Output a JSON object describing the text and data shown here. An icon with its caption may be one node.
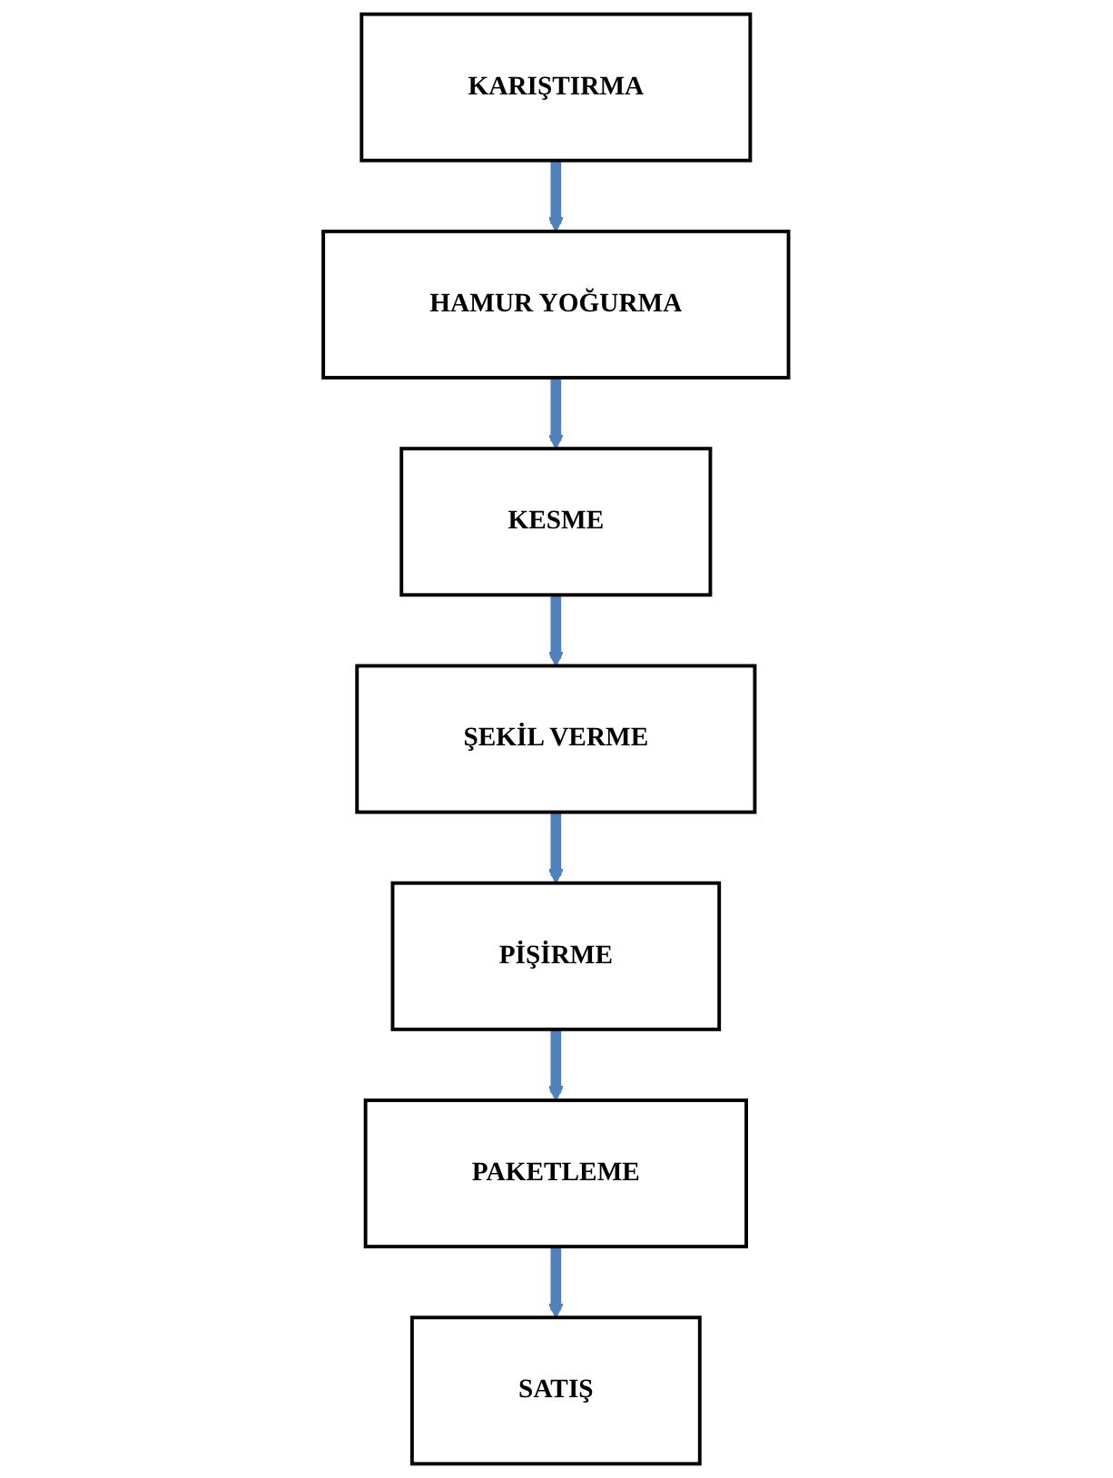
{
  "diagram": {
    "nodes": [
      {
        "text": [
          "KARIŞTIRMA"
        ]
      },
      {
        "text": [
          "HAMUR YOĞURMA"
        ]
      },
      {
        "text": [
          "KESME"
        ]
      },
      {
        "text": [
          "ŞEKİL VERME"
        ]
      },
      {
        "text": [
          "PİŞİRME"
        ]
      },
      {
        "text": [
          "PAKETLEME"
        ]
      },
      {
        "text": [
          "SATIŞ"
        ]
      }
    ],
    "edges": [
      {
        "from": 0,
        "to": 1,
        "arrow": "to"
      },
      {
        "from": 1,
        "to": 2,
        "arrow": "to"
      },
      {
        "from": 2,
        "to": 3,
        "arrow": "to"
      },
      {
        "from": 3,
        "to": 4,
        "arrow": "to"
      },
      {
        "from": 4,
        "to": 5,
        "arrow": "to"
      },
      {
        "from": 5,
        "to": 6,
        "arrow": "to"
      }
    ]
  }
}
